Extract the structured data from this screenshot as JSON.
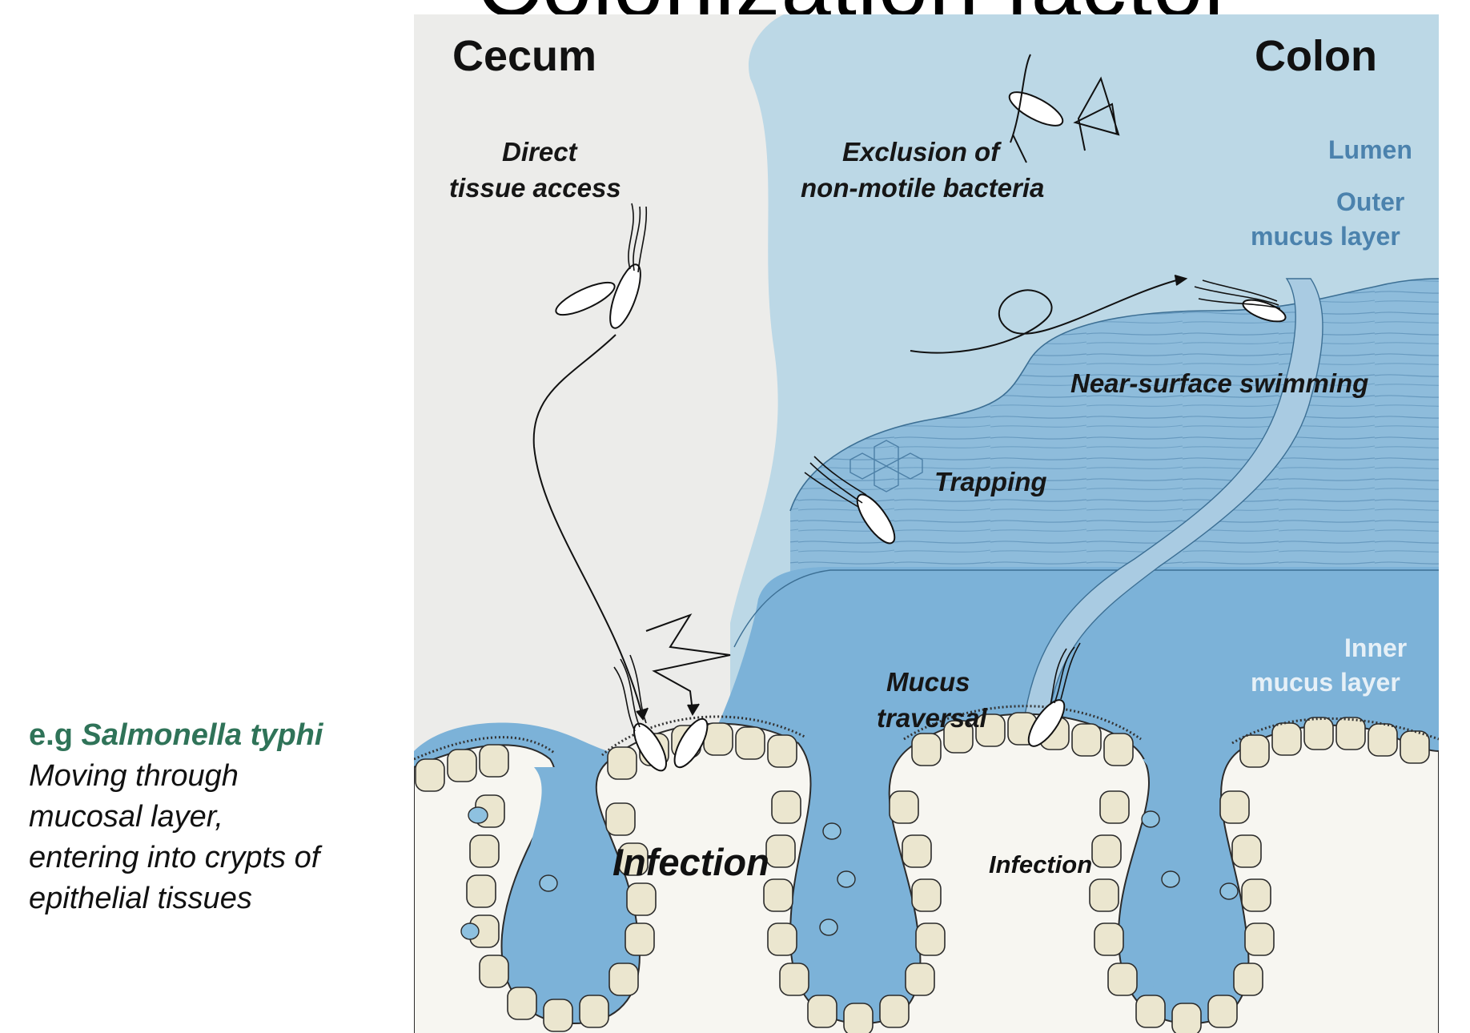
{
  "slide": {
    "title": "Colonization factor"
  },
  "colors": {
    "lumen_cecum": "#ececea",
    "lumen_colon": "#bcd8e6",
    "outer_mucus": "#8ebcdb",
    "inner_mucus": "#7cb2d8",
    "tissue": "#f7f6f1",
    "epithelial_cell": "#ebe6cf",
    "nucleus": "#8ec1e0",
    "caption_accent": "#2f7358"
  },
  "caption": {
    "prefix": "e.g ",
    "species": "Salmonella typhi",
    "lines": [
      "Moving through",
      "mucosal layer,",
      "entering into crypts of",
      "epithelial tissues"
    ]
  },
  "diagram": {
    "region_left": "Cecum",
    "region_right": "Colon",
    "direct_access": [
      "Direct",
      "tissue access"
    ],
    "exclusion": [
      "Exclusion of",
      "non-motile bacteria"
    ],
    "lumen": "Lumen",
    "outer_mucus": [
      "Outer",
      "mucus layer"
    ],
    "near_surface": "Near-surface swimming",
    "trapping": "Trapping",
    "mucus_traversal": [
      "Mucus",
      "traversal"
    ],
    "inner_mucus": [
      "Inner",
      "mucus layer"
    ],
    "infection_left": "Infection",
    "infection_right": "Infection"
  }
}
